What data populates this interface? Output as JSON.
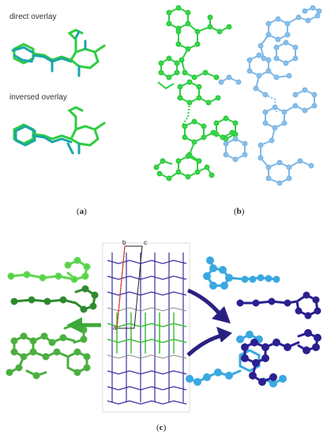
{
  "panel_a": {
    "label_open": "(",
    "letter": "a",
    "label_close": ")",
    "direct_title": "direct overlay",
    "inversed_title": "inversed overlay"
  },
  "panel_b": {
    "label_open": "(",
    "letter": "b",
    "label_close": ")"
  },
  "panel_c": {
    "label_open": "(",
    "letter": "c",
    "label_close": ")",
    "axis_b": "b",
    "axis_c": "c",
    "axis_a": "a"
  },
  "colors": {
    "green": "#2ecc40",
    "light_green": "#7ee07a",
    "dark_green": "#1f7a1f",
    "teal": "#1aa6a6",
    "light_blue": "#7fb8e6",
    "sky_blue": "#3aa8e0",
    "navy": "#2a2090",
    "arrow_green": "#3ca83c",
    "arrow_navy": "#2a2080"
  }
}
